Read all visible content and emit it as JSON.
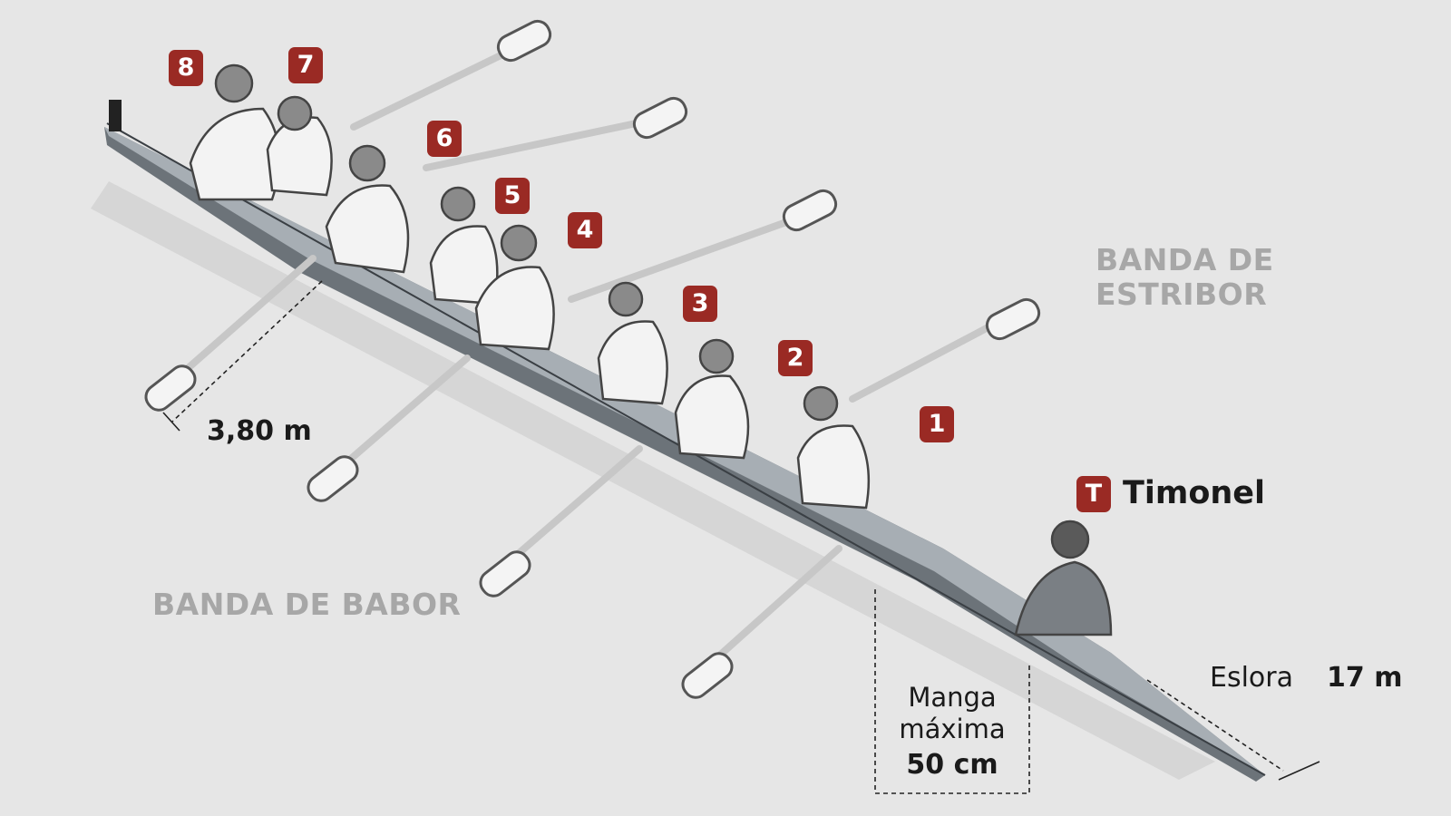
{
  "rowers": [
    {
      "number": "8"
    },
    {
      "number": "7"
    },
    {
      "number": "6"
    },
    {
      "number": "5"
    },
    {
      "number": "4"
    },
    {
      "number": "3"
    },
    {
      "number": "2"
    },
    {
      "number": "1"
    }
  ],
  "coxswain": {
    "badge": "T",
    "label": "Timonel"
  },
  "sides": {
    "starboard_line1": "BANDA DE",
    "starboard_line2": "ESTRIBOR",
    "port": "BANDA DE BABOR"
  },
  "measures": {
    "oar_length": "3,80 m",
    "beam_line1": "Manga",
    "beam_line2": "máxima",
    "beam_value": "50 cm",
    "length_label": "Eslora",
    "length_value": "17 m"
  },
  "colors": {
    "badge": "#9a2a24",
    "hull": "#a7aeb4",
    "hull_dark": "#6c7379",
    "background": "#e6e6e6"
  }
}
